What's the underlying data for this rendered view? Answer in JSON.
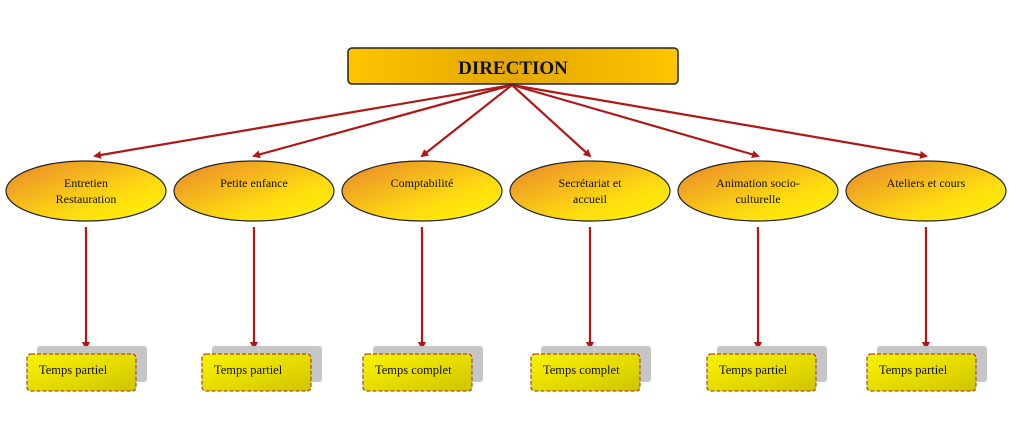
{
  "root": {
    "label": "DIRECTION"
  },
  "departments": [
    {
      "lines": [
        "Entretien",
        "Restauration"
      ],
      "contract": "Temps partiel"
    },
    {
      "lines": [
        "Petite enfance"
      ],
      "contract": "Temps partiel"
    },
    {
      "lines": [
        "Comptabilité"
      ],
      "contract": "Temps complet"
    },
    {
      "lines": [
        "Secrétariat et",
        "accueil"
      ],
      "contract": "Temps complet"
    },
    {
      "lines": [
        "Animation socio-",
        "culturelle"
      ],
      "contract": "Temps partiel"
    },
    {
      "lines": [
        "Ateliers et cours"
      ],
      "contract": "Temps partiel"
    }
  ],
  "colors": {
    "arrow": "#b01818",
    "root_fill": "#f5b800",
    "node_from": "#ee8a2a",
    "node_to": "#ffef00",
    "box_fill": "#f0ea00",
    "box_border": "#a0522d",
    "shadow": "#c6c6c6"
  }
}
